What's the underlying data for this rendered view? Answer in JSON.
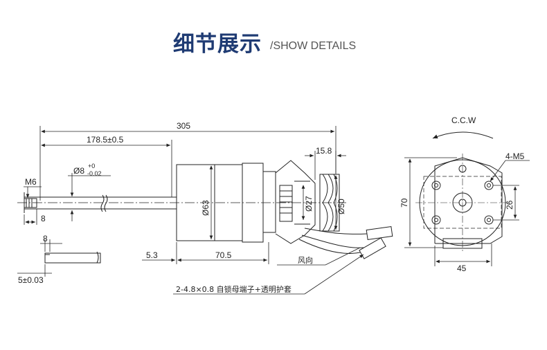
{
  "header": {
    "title": "细节展示",
    "subtitle": "/SHOW DETAILS"
  },
  "dimensions": {
    "overall_length": "305",
    "shaft_length": "178.5±0.5",
    "shaft_dia": "Ø8",
    "shaft_tol_upper": "+0",
    "shaft_tol_lower": "-0.02",
    "thread": "M6",
    "thread_len": "8",
    "flat_len": "8",
    "flat_width": "5±0.03",
    "body_dia": "Ø63",
    "body_len": "70.5",
    "offset": "5.3",
    "fan_width": "15.8",
    "fan_dia": "Ø50",
    "hub_dia": "Ø27",
    "height": "70",
    "width": "45",
    "hole_spacing": "26",
    "holes": "4-M5",
    "rotation": "C.C.W",
    "wind": "风向",
    "terminal_note": "2-4.8×0.8 自锁母端子+透明护套"
  }
}
